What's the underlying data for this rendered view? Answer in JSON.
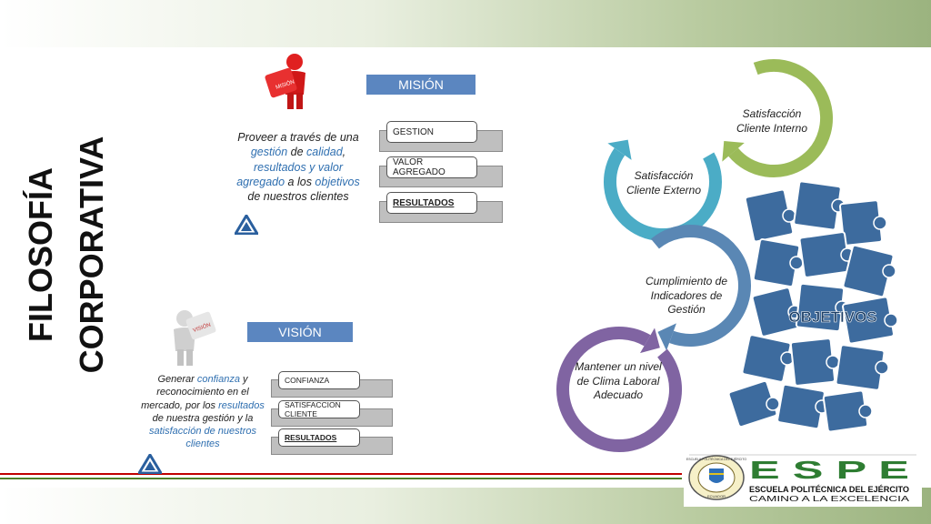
{
  "slide": {
    "title_line1": "FILOSOFÍA",
    "title_line2": "CORPORATIVA"
  },
  "mision": {
    "heading": "MISIÓN",
    "figure_tag": "MISIÓN",
    "text_parts": [
      "Proveer a través de una ",
      "gestión",
      "  de ",
      "calidad",
      ", ",
      "resultados y valor agregado",
      " a los ",
      "objetivos",
      " de nuestros clientes"
    ],
    "items": [
      "GESTION",
      "VALOR AGREGADO",
      "RESULTADOS"
    ]
  },
  "vision": {
    "heading": "VISIÓN",
    "figure_tag": "VISIÓN",
    "text_parts": [
      "Generar ",
      "confianza",
      " y reconocimiento en el mercado, por los ",
      "resultados",
      " de nuestra gestión y la ",
      "satisfacción de nuestros clientes"
    ],
    "items": [
      "CONFIANZA",
      "SATISFACCION CLIENTE",
      "RESULTADOS"
    ]
  },
  "cycle": {
    "stages": [
      {
        "label": "Satisfacción Cliente Interno",
        "color": "#9bbb59"
      },
      {
        "label": "Satisfacción Cliente Externo",
        "color": "#4bacc6"
      },
      {
        "label": "Cumplimiento de Indicadores de Gestión",
        "color": "#5a87b4"
      },
      {
        "label": "Mantener un nivel de Clima Laboral Adecuado",
        "color": "#8064a2"
      }
    ],
    "puzzle_label": "OBJETIVOS",
    "puzzle_color": "#3d6b9e"
  },
  "logo": {
    "letters": "E S P E",
    "line1": "ESCUELA POLITÉCNICA DEL EJÉRCITO",
    "line2": "CAMINO A LA EXCELENCIA",
    "seal_ring": "ESCUELA POLITÉCNICA DEL EJÉRCITO",
    "seal_bottom": "ECUADOR"
  },
  "colors": {
    "accent_blue": "#5b86c0",
    "stripe_red": "#c00000",
    "stripe_green": "#4f7f2a",
    "logo_green": "#2e7d32"
  }
}
